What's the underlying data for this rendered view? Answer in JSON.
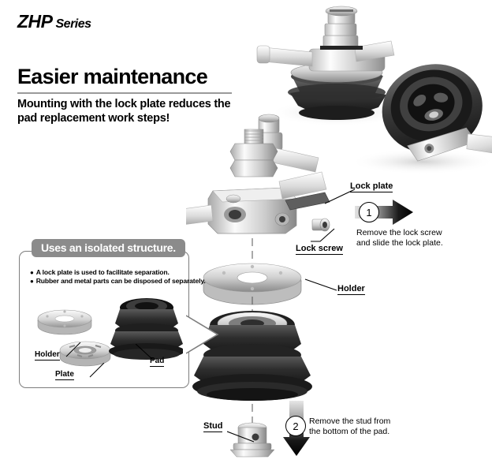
{
  "header": {
    "series_brand": "ZHP",
    "series_word": "Series",
    "heading": "Easier maintenance",
    "subheading": "Mounting with the lock plate reduces the pad replacement work steps!"
  },
  "callout": {
    "title": "Uses an isolated structure.",
    "bullets": [
      "A lock plate is used to facilitate separation.",
      "Rubber and metal parts can be disposed of separately."
    ],
    "parts": [
      {
        "label": "Holder"
      },
      {
        "label": "Plate"
      },
      {
        "label": "Pad"
      }
    ]
  },
  "diagram": {
    "labels": {
      "lock_plate": "Lock plate",
      "lock_screw": "Lock screw",
      "holder": "Holder",
      "stud": "Stud"
    }
  },
  "steps": [
    {
      "number": "1",
      "text_line1": "Remove the lock screw",
      "text_line2": "and slide the lock plate.",
      "direction": "right"
    },
    {
      "number": "2",
      "text_line1": "Remove the stud from",
      "text_line2": "the bottom of the pad.",
      "direction": "down"
    }
  ],
  "colors": {
    "rule": "#9a9a9a",
    "callout_tab_bg": "#8b8b8b",
    "callout_border": "#7d7d7d",
    "arrow_dark": "#111111",
    "metal_light": "#e9e9e9",
    "rubber_dark": "#2b2b2b"
  }
}
